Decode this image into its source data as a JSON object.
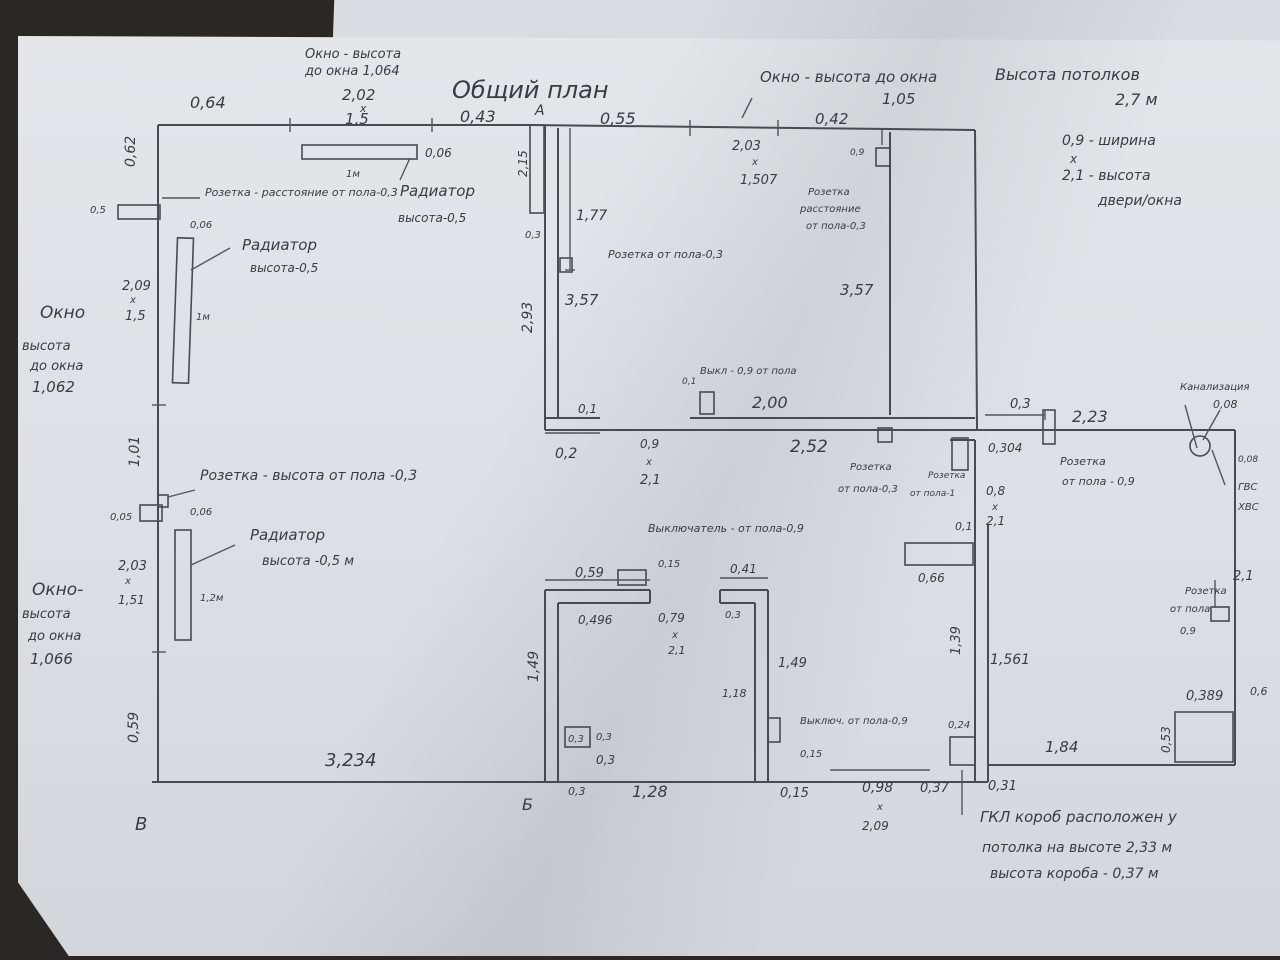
{
  "title": "Общий план",
  "notes": {
    "ceiling": "Высота потолков",
    "ceiling_val": "2,7 м",
    "door_w": "0,9 - ширина",
    "x1": "х",
    "door_h": "2,1 - высота",
    "door_h2": "двери/окна",
    "win_top1": "Окно - высота",
    "win_top2": "до окна 1,064",
    "win_right": "Окно - высота до окна",
    "win_right_val": "1,05",
    "win_left1a": "Окно",
    "win_left1b": "высота",
    "win_left1c": "до окна",
    "win_left1d": "1,062",
    "win_left2a": "Окно-",
    "win_left2b": "высота",
    "win_left2c": "до окна",
    "win_left2d": "1,066",
    "socket_top": "Розетка - расстояние от пола-0,3",
    "radiator_top": "Радиатор",
    "radiator_top_h": "высота-0,5",
    "radiator_mid": "Радиатор",
    "radiator_mid_h": "высота-0,5",
    "socket_mid": "Розетка - высота от пола -0,3",
    "radiator_low": "Радиатор",
    "radiator_low_h": "высота -0,5 м",
    "socket_room": "Розетка от пола-0,3",
    "socket_right1": "Розетка",
    "socket_right2": "расстояние",
    "socket_right3": "от пола-0,3",
    "switch_center": "Выкл - 0,9 от пола",
    "socket_c1": "Розетка",
    "socket_c2": "от пола-0,3",
    "socket_c3": "Розетка",
    "socket_c4": "от пола-1",
    "socket_e1": "Розетка",
    "socket_e2": "от пола - 0,9",
    "switch_low": "Выключатель - от пола-0,9",
    "switch_low2": "Выключ. от пола-0,9",
    "sewage": "Канализация",
    "gkl": "ГВС",
    "gkl2": "ХВС",
    "socket_far1": "Розетка",
    "socket_far2": "от пола",
    "socket_far3": "0,9",
    "gkl_note1": "ГКЛ короб расположен у",
    "gkl_note2": "потолка на высоте 2,33 м",
    "gkl_note3": "высота короба - 0,37 м"
  },
  "points": {
    "a": "А",
    "b": "Б",
    "v": "В"
  },
  "dims": {
    "d064": "0,64",
    "d202": "2,02",
    "dx": "х",
    "d15": "1,5",
    "d043": "0,43",
    "d006": "0,06",
    "d1m": "1м",
    "d062": "0,62",
    "d05": "0,5",
    "d000": "0,06",
    "d209": "2,09",
    "dx2": "х",
    "d15b": "1,5",
    "d1m2": "1м",
    "d701": "1,01",
    "d005": "0,05",
    "d006b": "0,06",
    "d203": "2,03",
    "dx3": "х",
    "d251": "1,51",
    "d12m": "1,2м",
    "d059": "0,59",
    "d3234": "3,234",
    "d055": "0,55",
    "d203b": "2,03",
    "dx4": "х",
    "d1507": "1,507",
    "d042": "0,42",
    "d09": "0,9",
    "d215": "2,15",
    "d03": "0,3",
    "d177": "1,77",
    "d357": "3,57",
    "d293": "2,93",
    "d357b": "3,57",
    "d01": "0,1",
    "d02": "0,2",
    "d09b": "0,9",
    "dx5": "х",
    "d21": "2,1",
    "d01b": "0,1",
    "d200": "2,00",
    "d252": "2,52",
    "d03b": "0,3",
    "d223": "2,23",
    "d0304": "0,304",
    "d08": "0,8",
    "dx6": "х",
    "d21b": "2,1",
    "d01c": "0,1",
    "d066": "0,66",
    "d008": "0,08",
    "d008b": "0,08",
    "d059b": "0,59",
    "d015": "0,15",
    "d041": "0,41",
    "d0496": "0,496",
    "d079": "0,79",
    "dx7": "х",
    "d21c": "2,1",
    "d03c": "0,3",
    "d149": "1,49",
    "d149b": "1,49",
    "d118": "1,18",
    "d03d": "0,3",
    "d03e": "0,3",
    "d03f": "0,3",
    "d03g": "0,3",
    "d128": "1,28",
    "d015b": "0,15",
    "d01d": "0,15",
    "d098": "0,98",
    "dx8": "х",
    "d209b": "2,09",
    "d037": "0,37",
    "d031": "0,31",
    "d139": "1,39",
    "d1561": "1,561",
    "d024": "0,24",
    "d184": "1,84",
    "d21d": "2,1",
    "d06": "0,6",
    "d0389": "0,389",
    "d053": "0,53"
  }
}
